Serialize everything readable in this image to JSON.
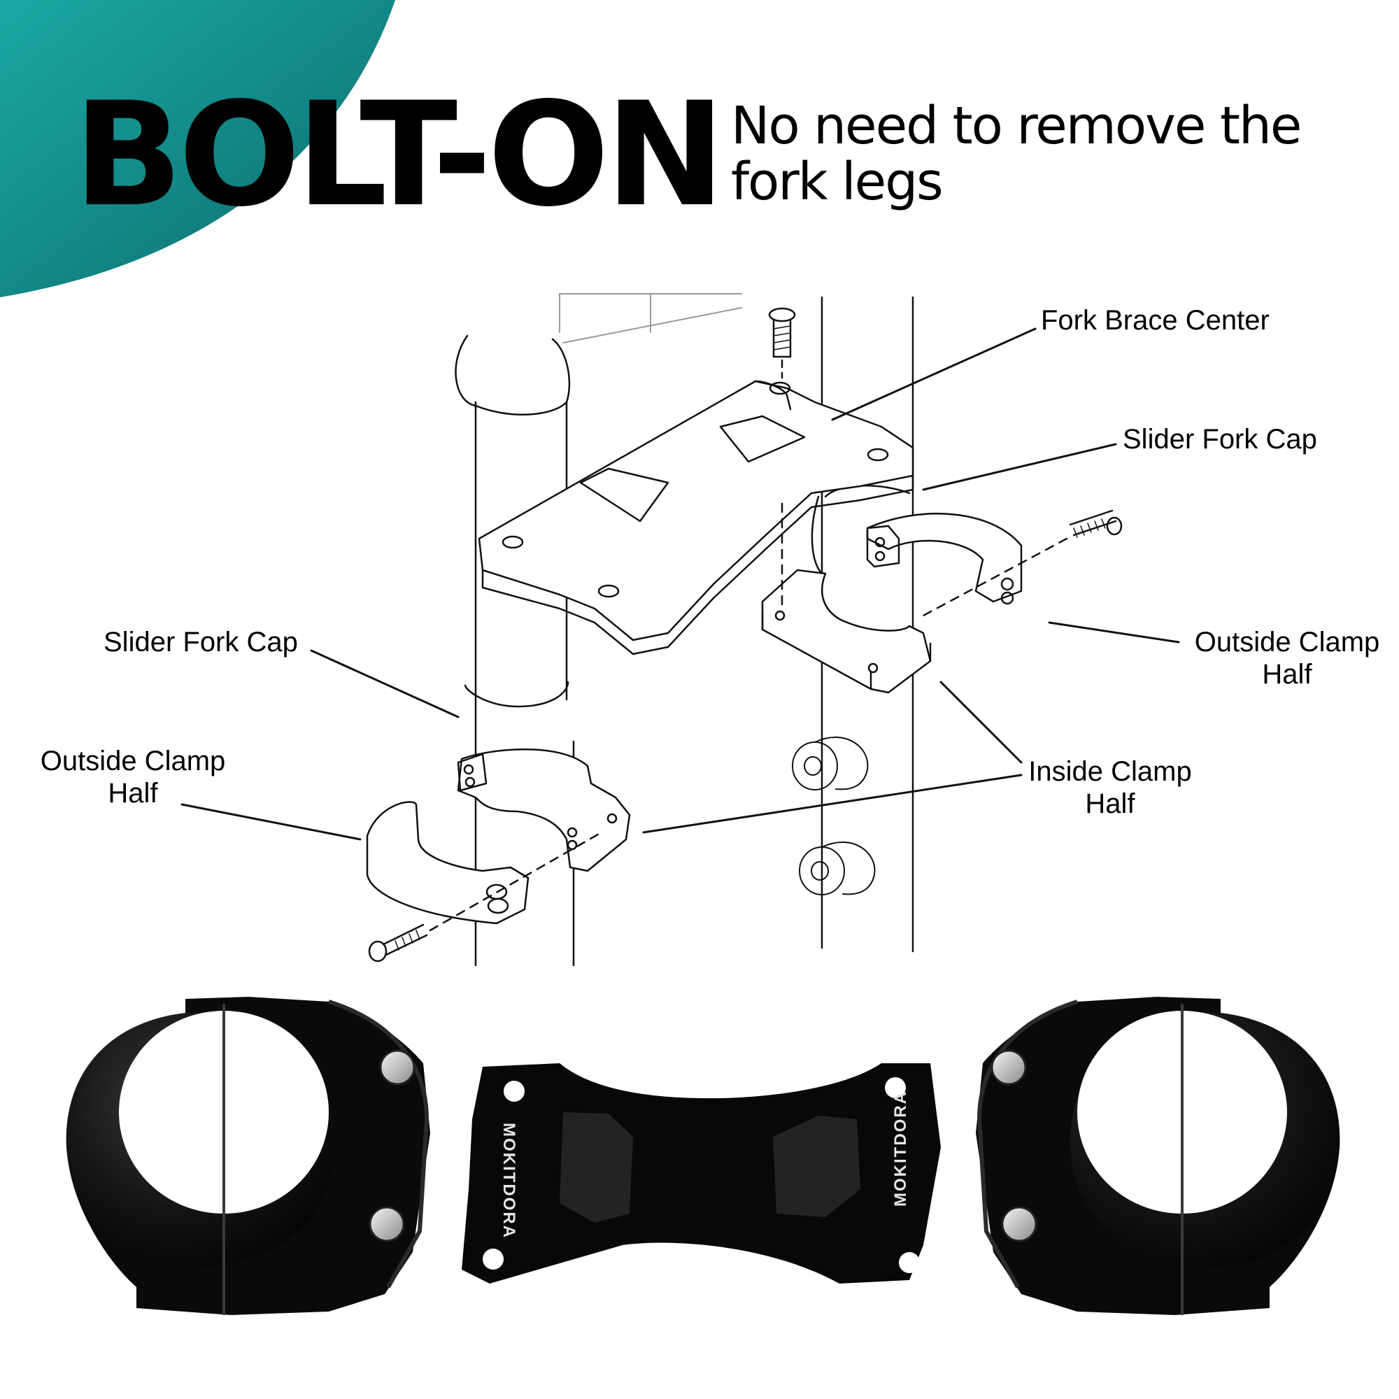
{
  "header": {
    "title": "BOLT-ON",
    "subtitle_line1": "No need to remove the",
    "subtitle_line2": "fork legs",
    "accent_color": "#138a8a"
  },
  "labels": {
    "fork_brace_center": "Fork Brace Center",
    "slider_fork_cap_right": "Slider Fork Cap",
    "outside_clamp_right_1": "Outside Clamp",
    "outside_clamp_right_2": "Half",
    "slider_fork_cap_left": "Slider Fork Cap",
    "outside_clamp_left_1": "Outside Clamp",
    "outside_clamp_left_2": "Half",
    "inside_clamp_1": "Inside Clamp",
    "inside_clamp_2": "Half"
  },
  "product": {
    "brand": "MOKITDORA",
    "part_color": "#0d0d0d"
  }
}
